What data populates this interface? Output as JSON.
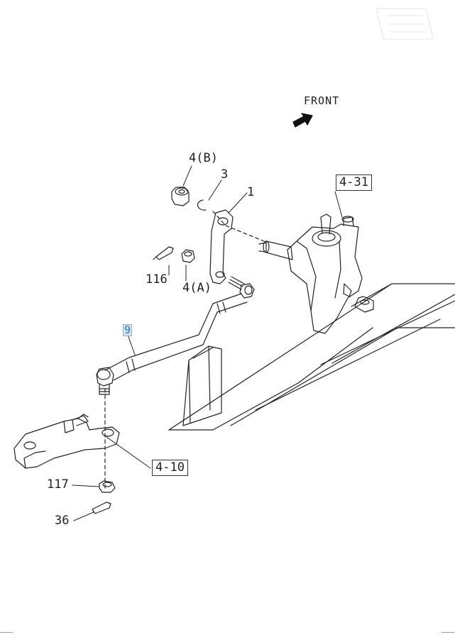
{
  "diagram": {
    "front_label": "FRONT",
    "callouts": {
      "nut_b": "4(B)",
      "clip": "3",
      "pitman_arm": "1",
      "gearbox_ref": "4-31",
      "cotter_pin": "116",
      "nut_a": "4(A)",
      "drag_link": "9",
      "knuckle_ref": "4-10",
      "nut_117": "117",
      "pin_36": "36"
    },
    "highlight_color": "#cfe6fb"
  }
}
